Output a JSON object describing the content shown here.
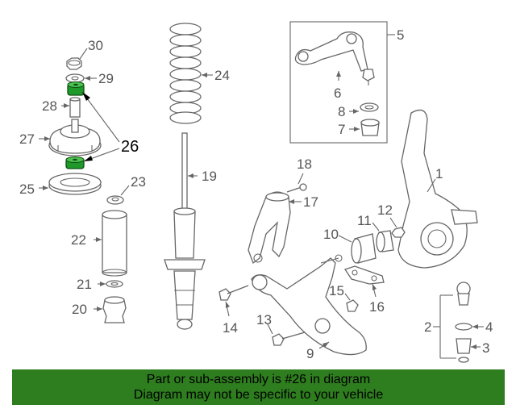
{
  "callouts": {
    "p1": "1",
    "p2": "2",
    "p3": "3",
    "p4": "4",
    "p5": "5",
    "p6": "6",
    "p7": "7",
    "p8": "8",
    "p9": "9",
    "p10": "10",
    "p11": "11",
    "p12": "12",
    "p13": "13",
    "p14": "14",
    "p15": "15",
    "p16": "16",
    "p17": "17",
    "p18": "18",
    "p19": "19",
    "p20": "20",
    "p21": "21",
    "p22": "22",
    "p23": "23",
    "p24": "24",
    "p25": "25",
    "p26": "26",
    "p27": "27",
    "p28": "28",
    "p29": "29",
    "p30": "30"
  },
  "colors": {
    "highlight_part": "#1f9a2a",
    "banner_background": "#2e7d1f",
    "line": "#666666"
  },
  "banner": {
    "line1": "Part or sub-assembly is #26 in diagram",
    "line2": "Diagram may not be specific to your vehicle"
  }
}
